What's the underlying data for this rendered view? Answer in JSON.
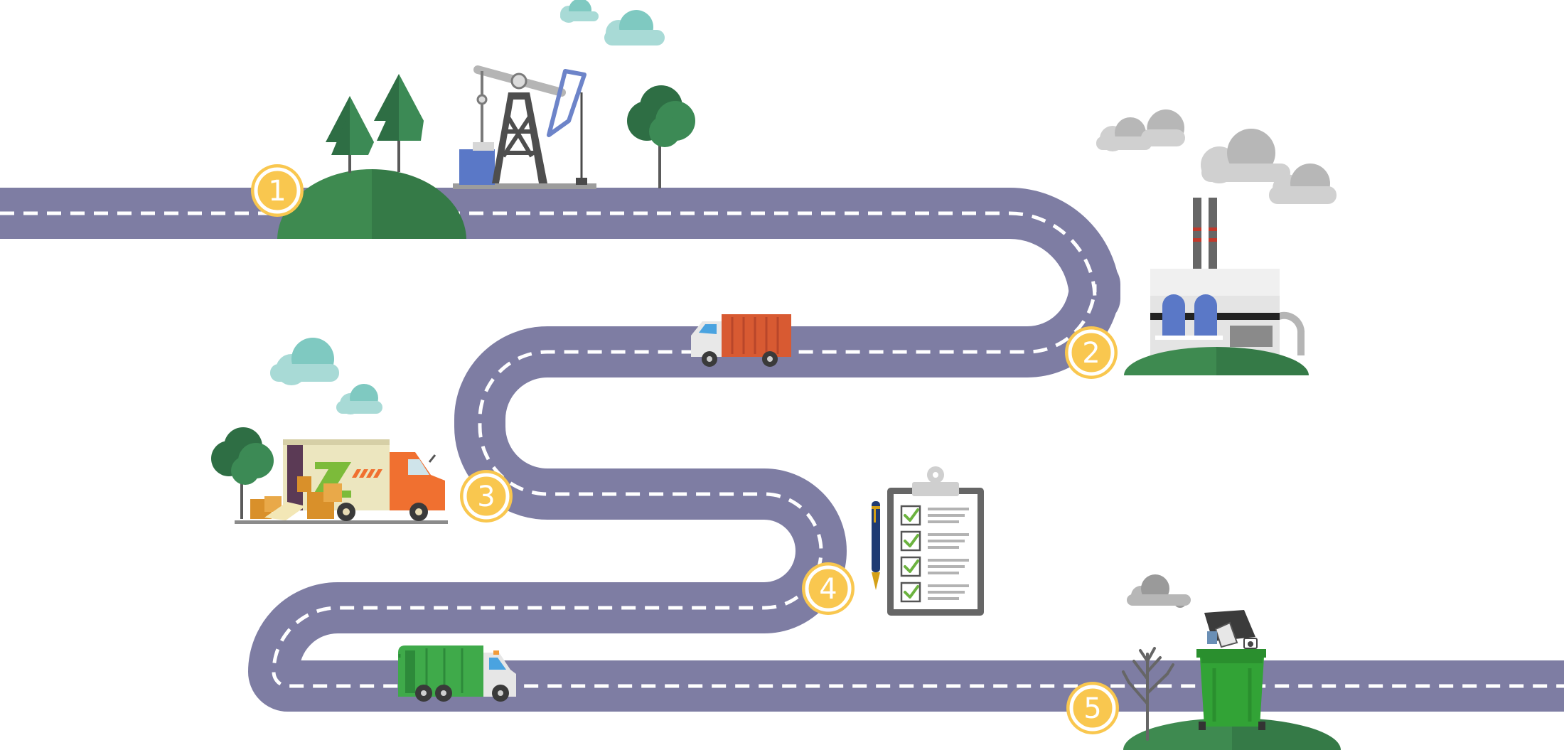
{
  "colors": {
    "road": "#7e7da3",
    "road_dash": "#ffffff",
    "marker_fill": "#f9c74f",
    "marker_ring": "#ffffff",
    "marker_text": "#ffffff",
    "hill_light": "#3e8a50",
    "hill_dark": "#357a47",
    "tree_dark": "#2e6e44",
    "tree_light": "#3c8a55",
    "cloud_teal": "#7fc9c1",
    "cloud_teal_light": "#a8dad6",
    "cloud_gray": "#b7b7b7",
    "cloud_gray_light": "#d0d0d0",
    "truck_container": "#d85a32",
    "garbage_truck": "#3faa4a",
    "bin": "#32a336",
    "factory_wall": "#e4e4e4",
    "factory_accent": "#5a78c7",
    "pump_frame": "#4e4e4e",
    "pump_head": "#6d84c9",
    "van_body": "#f07030",
    "van_box": "#ece6bf",
    "van_logo": "#7cbb3a",
    "boxes": "#d9902a",
    "clipboard": "#666666",
    "check": "#6cb33f",
    "pen": "#1f3b73"
  },
  "markers": [
    {
      "label": "1"
    },
    {
      "label": "2"
    },
    {
      "label": "3"
    },
    {
      "label": "4"
    },
    {
      "label": "5"
    }
  ],
  "icons": {
    "oil_pump": "oil-pumpjack-icon",
    "trees": "pine-tree-icon",
    "round_tree": "round-tree-icon",
    "factory": "factory-icon",
    "cargo_truck": "cargo-truck-icon",
    "delivery_van": "delivery-van-icon",
    "clipboard": "checklist-clipboard-icon",
    "pen": "fountain-pen-icon",
    "garbage_truck": "garbage-truck-icon",
    "trash_bin": "trash-bin-icon",
    "bare_tree": "bare-tree-icon",
    "cloud": "cloud-icon"
  }
}
